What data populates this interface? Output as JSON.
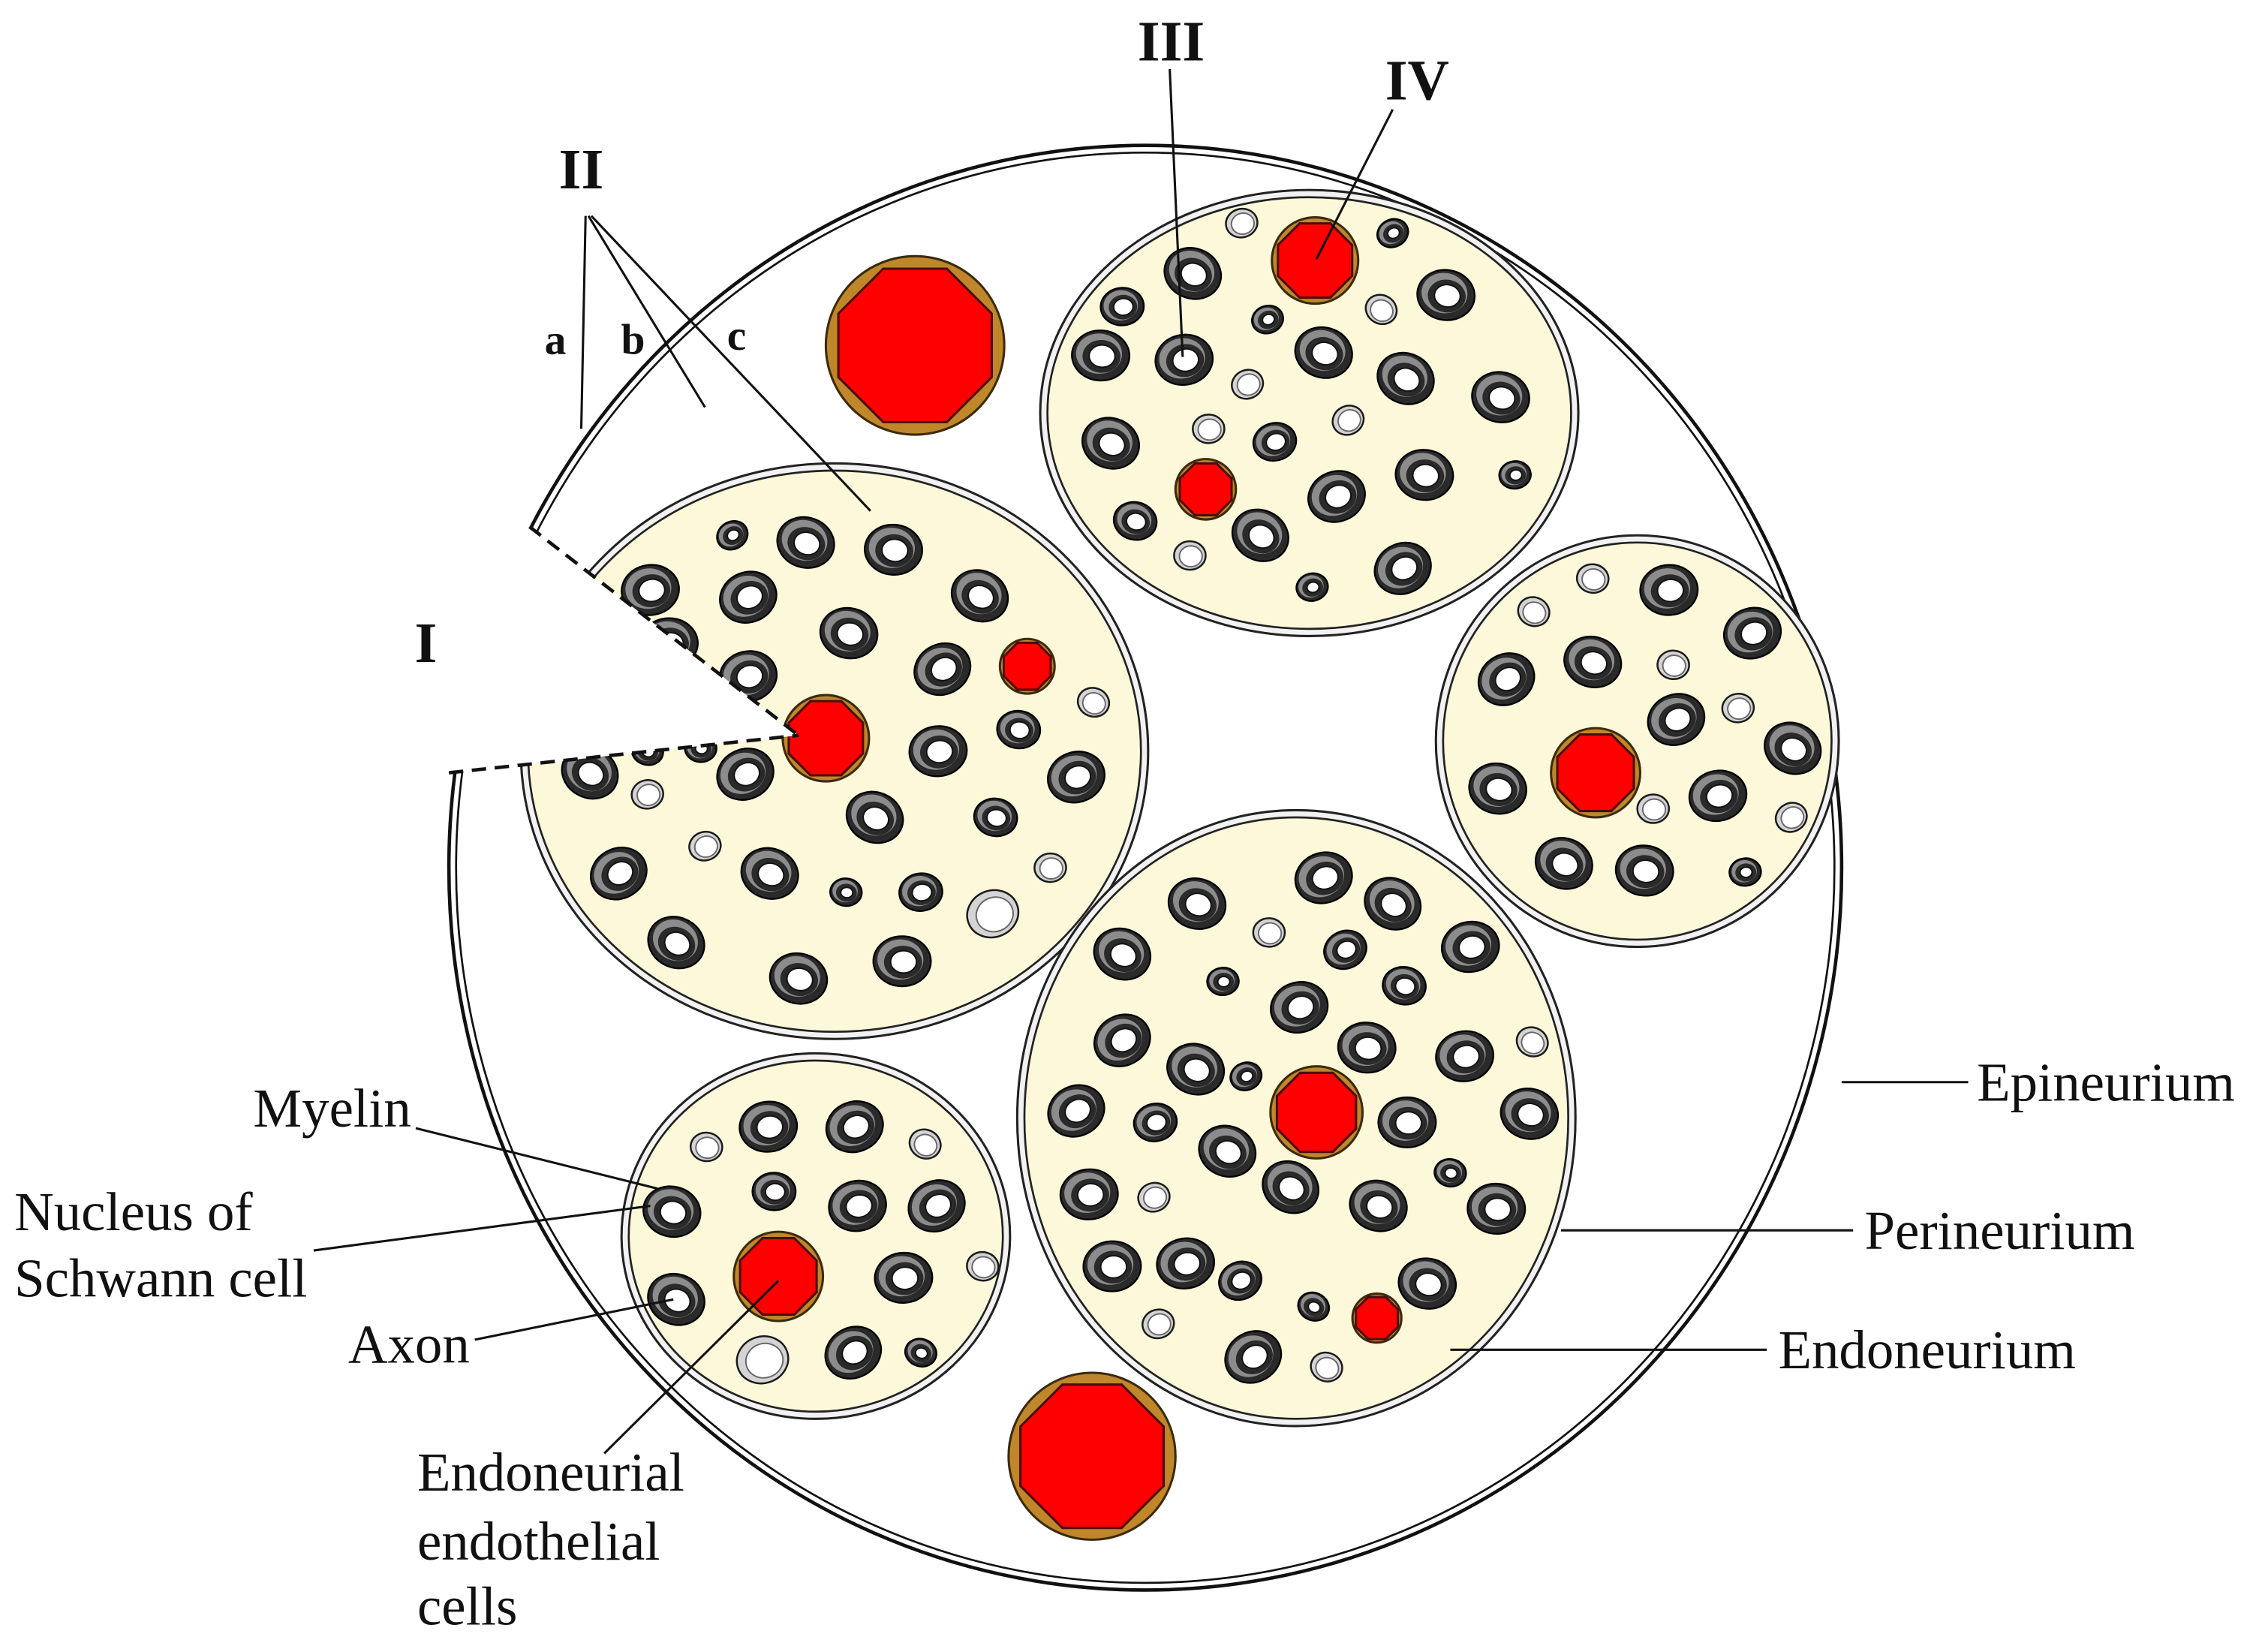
{
  "markers": {
    "wedge": "I",
    "layers": "II",
    "axon": "III",
    "vessel": "IV"
  },
  "sublayers": [
    "a",
    "b",
    "c"
  ],
  "left_labels": {
    "myelin": [
      "Myelin"
    ],
    "nucleus": [
      "Nucleus of",
      "Schwann cell"
    ],
    "axon": [
      "Axon"
    ],
    "endothelial": [
      "Endoneurial",
      "endothelial",
      "cells"
    ]
  },
  "right_labels": {
    "epineurium": "Epineurium",
    "perineurium": "Perineurium",
    "endoneurium": "Endoneurium"
  },
  "colors": {
    "vessel_lumen": "#ff0000",
    "vessel_wall": "#c0862a",
    "endoneurium": "#fcf8d9",
    "myelin": "#2a2a2a",
    "myelin_highlight": "#8c8c8c",
    "myelin_thin": "#d4d4d4",
    "outline": "#1a1a1a"
  }
}
